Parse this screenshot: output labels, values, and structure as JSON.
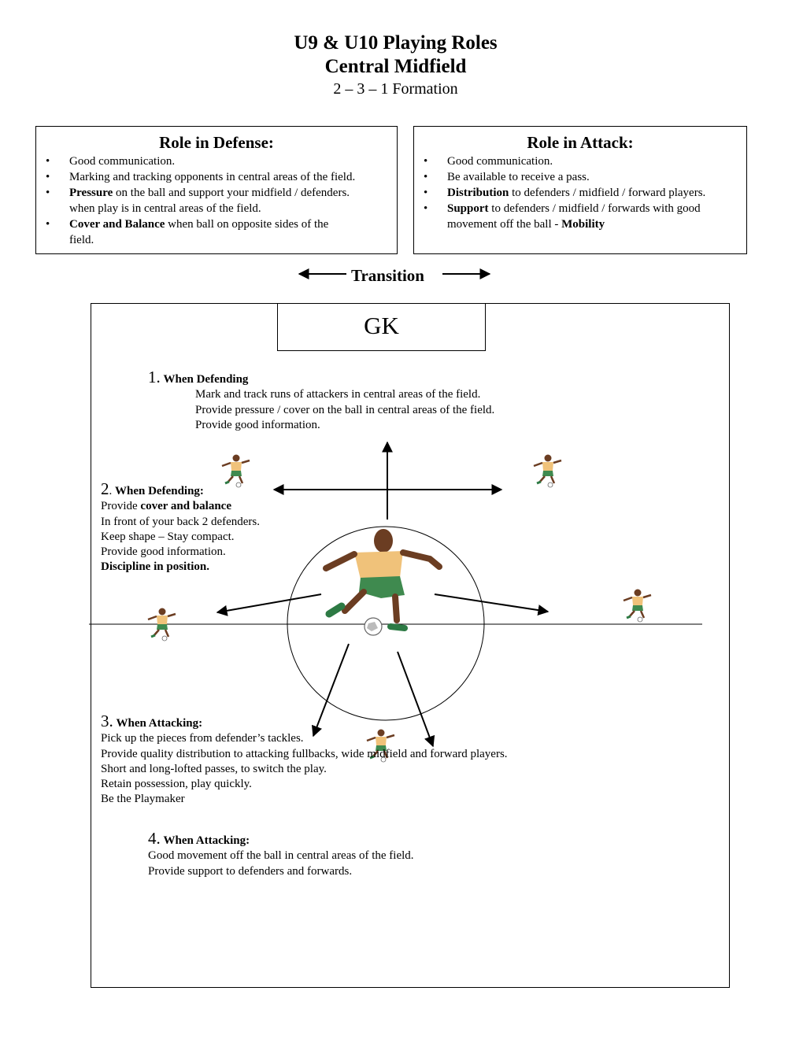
{
  "header": {
    "title_line1": "U9 & U10 Playing Roles",
    "title_line2": "Central Midfield",
    "subtitle": "2 – 3 – 1 Formation"
  },
  "defense": {
    "heading": "Role in Defense:",
    "items": [
      {
        "bold": "",
        "text": "Good communication."
      },
      {
        "bold": "",
        "text": "Marking and tracking opponents in central areas of the field."
      },
      {
        "bold": "Pressure",
        "text": " on the ball and support your midfield / defenders.",
        "extra": "when play is in central areas of the field."
      },
      {
        "bold": "Cover and Balance",
        "text": " when ball on opposite sides of the",
        "extra": "field."
      }
    ]
  },
  "attack": {
    "heading": "Role in Attack:",
    "items": [
      {
        "bold": "",
        "text": "Good communication."
      },
      {
        "bold": "",
        "text": "Be available to receive a pass."
      },
      {
        "bold": "Distribution",
        "text": " to defenders / midfield / forward players."
      },
      {
        "bold": "Support",
        "text": " to defenders / midfield / forwards with good",
        "extra": "movement off the ball - ",
        "extra_bold": "Mobility"
      }
    ]
  },
  "transition_label": "Transition",
  "gk_label": "GK",
  "notes": {
    "n1": {
      "num": "1.",
      "heading": "When Defending",
      "lines": [
        "Mark and track runs of attackers in central areas of the field.",
        "Provide pressure / cover on the ball in central areas of the field.",
        "Provide good information."
      ]
    },
    "n2": {
      "num": "2",
      "dot": ".",
      "heading": "When Defending:",
      "cover_prefix": "Provide ",
      "cover_bold": "cover and balance",
      "lines": [
        "In front of your back 2 defenders.",
        "Keep shape – Stay compact.",
        "Provide good information."
      ],
      "last_bold": "Discipline in position."
    },
    "n3": {
      "num": "3.",
      "heading": "When Attacking:",
      "lines": [
        "Pick up the pieces from defender’s tackles.",
        "Provide quality distribution to attacking fullbacks, wide midfield and forward players.",
        "Short and long-lofted passes, to switch the play.",
        "Retain possession, play quickly.",
        "Be the Playmaker"
      ]
    },
    "n4": {
      "num": "4.",
      "heading": "When Attacking:",
      "lines": [
        "Good movement off the ball in central areas of the field.",
        "Provide support to defenders and forwards."
      ]
    }
  },
  "colors": {
    "shirt": "#f0c27a",
    "shorts": "#3f8a4f",
    "skin": "#6b3d22",
    "line": "#000000"
  }
}
